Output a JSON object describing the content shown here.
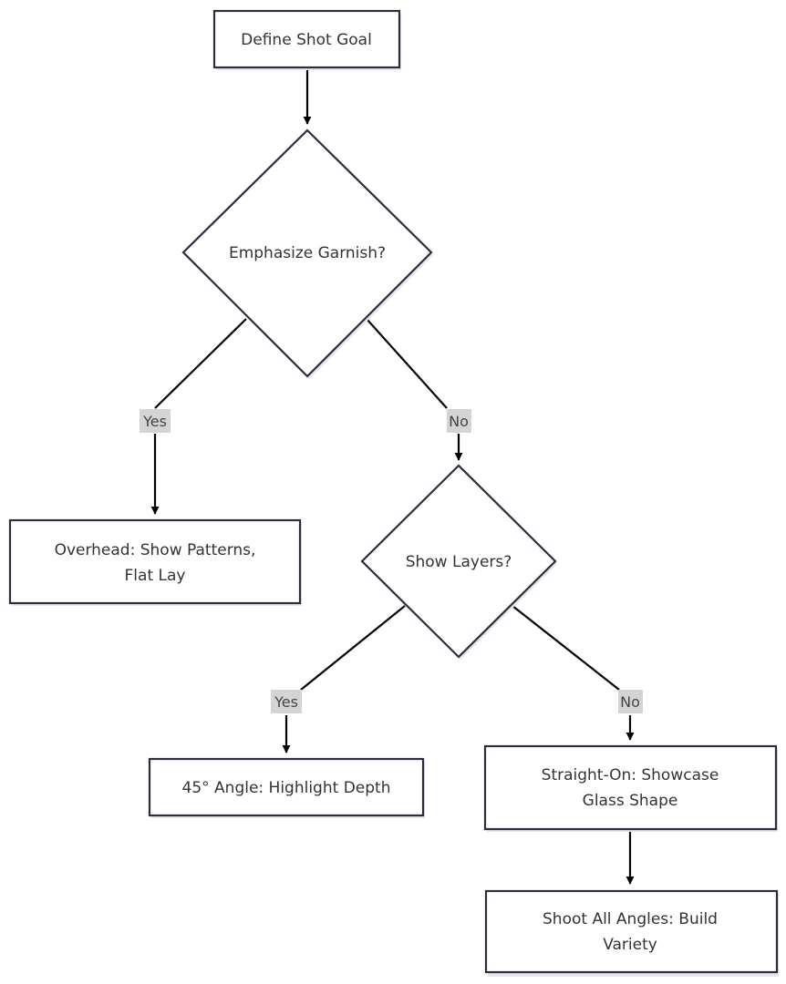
{
  "nodes": {
    "define_goal": {
      "kind": "process",
      "lines": [
        "Define Shot Goal"
      ]
    },
    "emphasize_garnish": {
      "kind": "decision",
      "lines": [
        "Emphasize Garnish?"
      ]
    },
    "overhead": {
      "kind": "process",
      "lines": [
        "Overhead: Show Patterns,",
        "Flat Lay"
      ]
    },
    "show_layers": {
      "kind": "decision",
      "lines": [
        "Show Layers?"
      ]
    },
    "angle45": {
      "kind": "process",
      "lines": [
        "45° Angle: Highlight Depth"
      ]
    },
    "straight_on": {
      "kind": "process",
      "lines": [
        "Straight-On: Showcase",
        "Glass Shape"
      ]
    },
    "shoot_all": {
      "kind": "process",
      "lines": [
        "Shoot All Angles: Build",
        "Variety"
      ]
    }
  },
  "edges": [
    {
      "from": "define_goal",
      "to": "emphasize_garnish",
      "label": ""
    },
    {
      "from": "emphasize_garnish",
      "to": "overhead",
      "label": "Yes"
    },
    {
      "from": "emphasize_garnish",
      "to": "show_layers",
      "label": "No"
    },
    {
      "from": "show_layers",
      "to": "angle45",
      "label": "Yes"
    },
    {
      "from": "show_layers",
      "to": "straight_on",
      "label": "No"
    },
    {
      "from": "straight_on",
      "to": "shoot_all",
      "label": ""
    }
  ],
  "colors": {
    "node_stroke": "#2e2a3f",
    "node_fill": "#ffffff",
    "edge_stroke": "#000000",
    "label_bg": "#d4d4d4",
    "text": "#333333",
    "shadow": "#e6e6e6"
  }
}
